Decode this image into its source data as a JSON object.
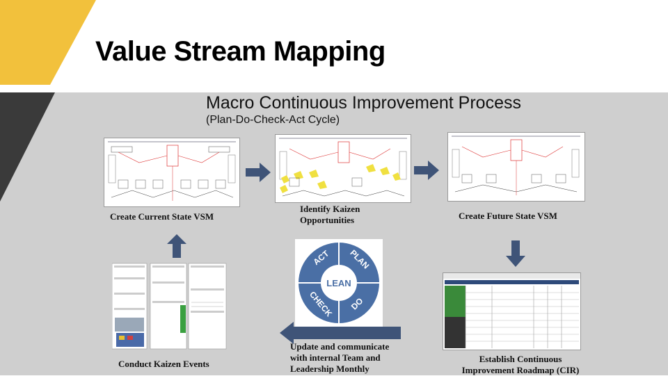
{
  "slide": {
    "title": "Value Stream Mapping",
    "subtitle": "Macro Continuous Improvement Process",
    "subtitle_detail": "(Plan-Do-Check-Act Cycle)"
  },
  "steps": {
    "current_state": "Create Current State VSM",
    "identify_kaizen_line1": "Identify Kaizen",
    "identify_kaizen_line2": "Opportunities",
    "future_state": "Create Future State VSM",
    "cir_line1": "Establish Continuous",
    "cir_line2": "Improvement Roadmap (CIR)",
    "update_line1": "Update and communicate",
    "update_line2": "with internal Team and",
    "update_line3": "Leadership Monthly",
    "kaizen_events": "Conduct Kaizen Events"
  },
  "cycle": {
    "center": "LEAN",
    "act": "ACT",
    "plan": "PLAN",
    "do": "DO",
    "check": "CHECK"
  },
  "colors": {
    "accent_yellow": "#f2c13c",
    "dark_stripe": "#3a3a3a",
    "band_grey": "#cfcfcf",
    "arrow_navy": "#3f5478",
    "cycle_blue": "#4a6fa5"
  }
}
